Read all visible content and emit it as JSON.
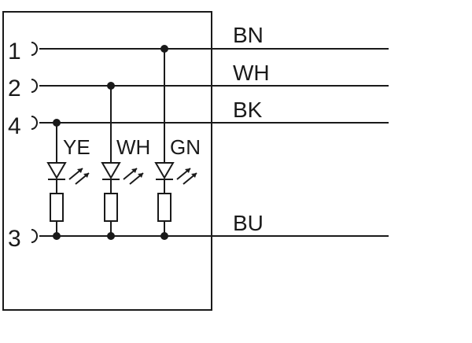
{
  "pins": [
    "1",
    "2",
    "4",
    "3"
  ],
  "wires": [
    "BN",
    "WH",
    "BK",
    "BU"
  ],
  "leds": [
    "YE",
    "WH",
    "GN"
  ]
}
